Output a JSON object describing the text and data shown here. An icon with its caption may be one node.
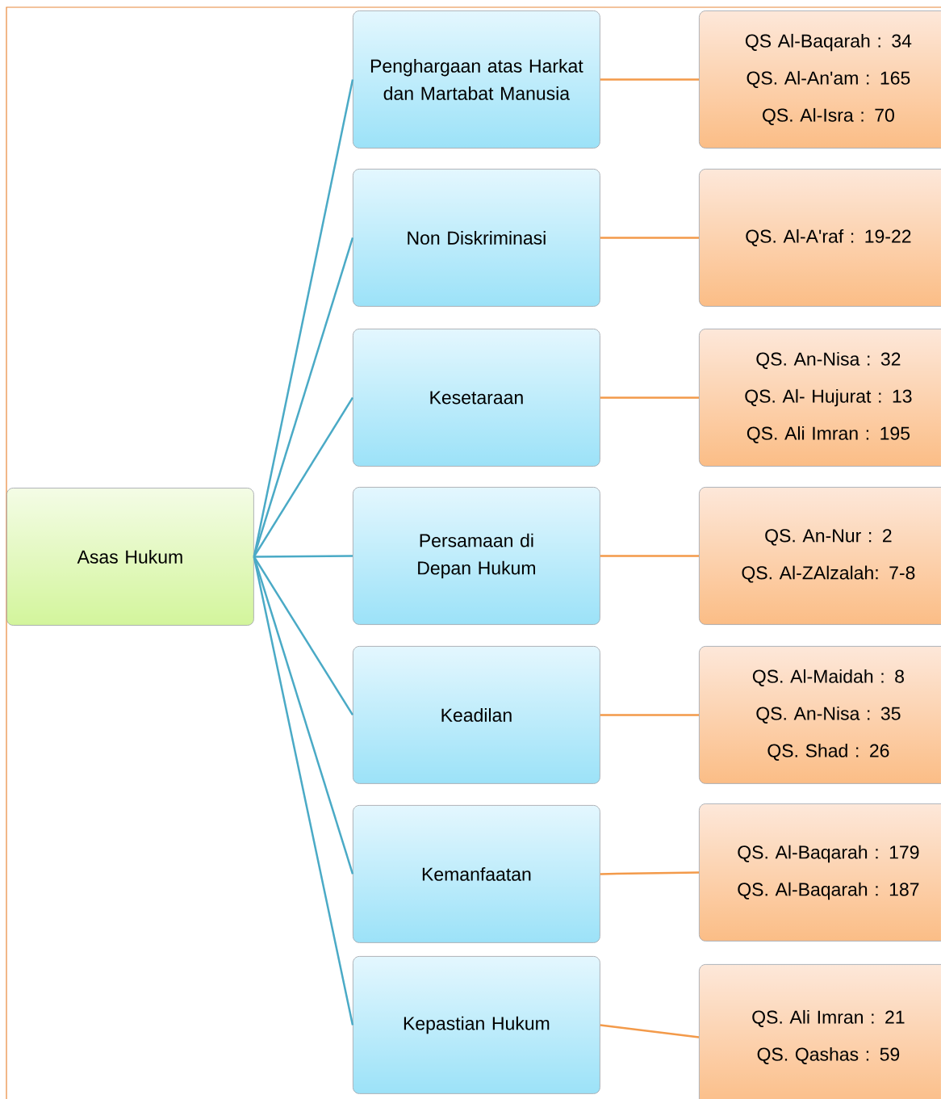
{
  "diagram": {
    "nodes": [
      {
        "text": [
          "Asas  Hukum"
        ]
      },
      {
        "text": [
          "Penghargaan atas Harkat dan Martabat Manusia"
        ]
      },
      {
        "text": [
          "Non Diskriminasi"
        ]
      },
      {
        "text": [
          "Kesetaraan"
        ]
      },
      {
        "text": [
          "Persamaan di Depan Hukum"
        ]
      },
      {
        "text": [
          "Keadilan"
        ]
      },
      {
        "text": [
          "Kemanfaatan"
        ]
      },
      {
        "text": [
          "Kepastian Hukum"
        ]
      },
      {
        "text": [
          "QS Al-Baqarah : 34",
          "QS. Al-An'am : 165",
          "QS. Al-Isra : 70"
        ]
      },
      {
        "text": [
          "QS. Al-A'raf : 19-22"
        ]
      },
      {
        "text": [
          "QS. An-Nisa : 32",
          "QS. Al- Hujurat : 13",
          "QS. Ali Imran : 195"
        ]
      },
      {
        "text": [
          "QS. An-Nur : 2",
          "QS. Al-ZAlzalah: 7-8"
        ]
      },
      {
        "text": [
          "QS. Al-Maidah : 8",
          "QS. An-Nisa : 35",
          "QS. Shad : 26"
        ]
      },
      {
        "text": [
          "QS. Al-Baqarah : 179",
          "QS. Al-Baqarah : 187"
        ]
      },
      {
        "text": [
          "QS. Ali Imran : 21",
          "QS. Qashas : 59"
        ]
      }
    ],
    "edges": [
      {
        "from": 0,
        "to": 1,
        "arrow": "none",
        "color": "#4aaac6"
      },
      {
        "from": 0,
        "to": 2,
        "arrow": "none",
        "color": "#4aaac6"
      },
      {
        "from": 0,
        "to": 3,
        "arrow": "none",
        "color": "#4aaac6"
      },
      {
        "from": 0,
        "to": 4,
        "arrow": "none",
        "color": "#4aaac6"
      },
      {
        "from": 0,
        "to": 5,
        "arrow": "none",
        "color": "#4aaac6"
      },
      {
        "from": 0,
        "to": 6,
        "arrow": "none",
        "color": "#4aaac6"
      },
      {
        "from": 0,
        "to": 7,
        "arrow": "none",
        "color": "#4aaac6"
      },
      {
        "from": 1,
        "to": 8,
        "arrow": "none",
        "color": "#f39a4a"
      },
      {
        "from": 2,
        "to": 9,
        "arrow": "none",
        "color": "#f39a4a"
      },
      {
        "from": 3,
        "to": 10,
        "arrow": "none",
        "color": "#f39a4a"
      },
      {
        "from": 4,
        "to": 11,
        "arrow": "none",
        "color": "#f39a4a"
      },
      {
        "from": 5,
        "to": 12,
        "arrow": "none",
        "color": "#f39a4a"
      },
      {
        "from": 6,
        "to": 13,
        "arrow": "none",
        "color": "#f39a4a"
      },
      {
        "from": 7,
        "to": 14,
        "arrow": "none",
        "color": "#f39a4a"
      }
    ]
  }
}
